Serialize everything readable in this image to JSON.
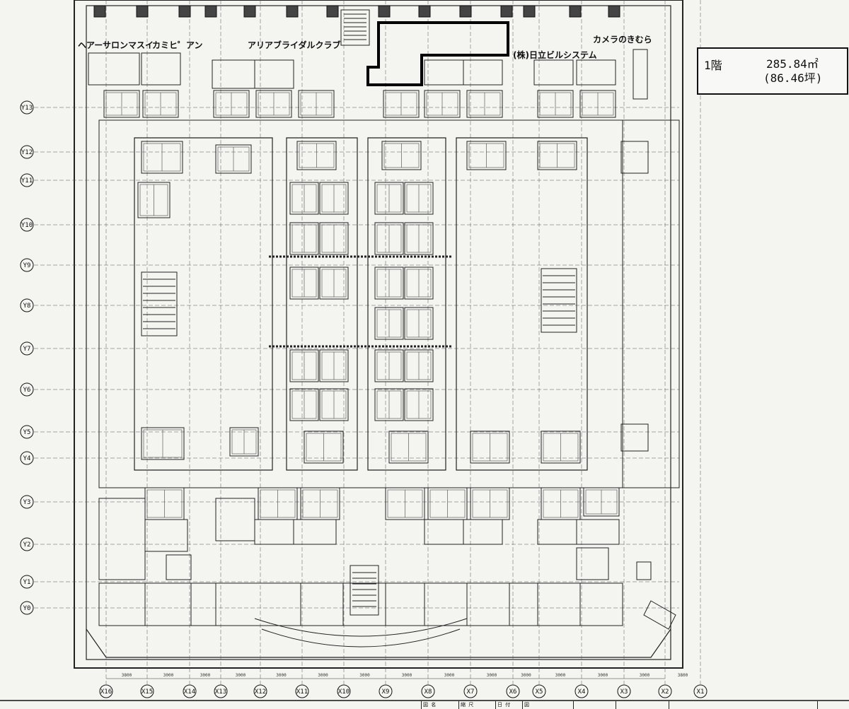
{
  "area_box": {
    "floor": "1階",
    "area_sqm": "285.84㎡",
    "area_tsubo": "(86.46坪)"
  },
  "tenants": [
    {
      "label": "ヘアーサロンマスイ"
    },
    {
      "label": "カミヒ゜アン"
    },
    {
      "label": "アリアブライダルクラブ"
    },
    {
      "label": "(株)日立ビルシステム"
    },
    {
      "label": "カメラのきむら"
    }
  ],
  "row_axes": [
    "Y13",
    "Y12",
    "Y11",
    "Y10",
    "Y9",
    "Y8",
    "Y7",
    "Y6",
    "Y5",
    "Y4",
    "Y3",
    "Y2",
    "Y1",
    "Y0"
  ],
  "col_axes": [
    "X16",
    "X15",
    "X14",
    "X13",
    "X12",
    "X11",
    "X10",
    "X9",
    "X8",
    "X7",
    "X6",
    "X5",
    "X4",
    "X3",
    "X2",
    "X1"
  ],
  "dimensions": [
    "3800",
    "3000",
    "3000",
    "3000",
    "3000",
    "3000",
    "3000",
    "3000",
    "3000",
    "3000",
    "3000",
    "3000",
    "3000",
    "3000",
    "3800"
  ],
  "title_block": [
    "図 名",
    "縮 尺",
    "日 付",
    "図",
    "",
    "",
    ""
  ]
}
